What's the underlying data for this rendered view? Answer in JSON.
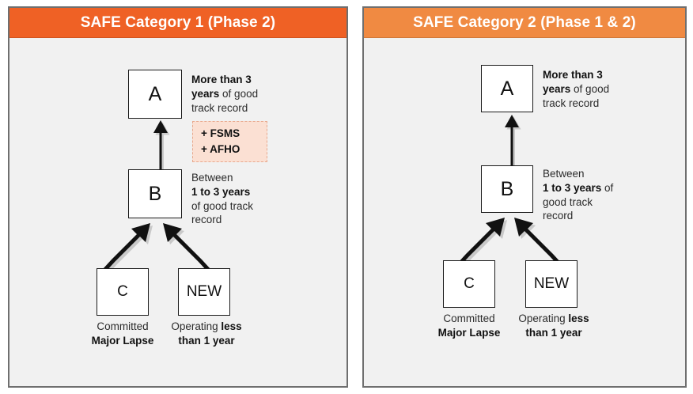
{
  "panels": [
    {
      "id": "safe-category-1",
      "title": "SAFE Category 1 (Phase 2)",
      "header_color": "#ef6125",
      "nodes": [
        {
          "key": "a",
          "label": "A"
        },
        {
          "key": "b",
          "label": "B"
        },
        {
          "key": "c",
          "label": "C"
        },
        {
          "key": "new",
          "label": "NEW"
        }
      ],
      "descriptions": {
        "a": [
          {
            "text": "More than 3",
            "bold": true
          },
          {
            "text": " "
          },
          {
            "text": "years",
            "bold": true
          },
          {
            "text": " of good track record"
          }
        ],
        "b": [
          {
            "text": "Between"
          },
          {
            "text": " "
          },
          {
            "text": "1 to 3 years",
            "bold": true
          },
          {
            "text": " of good track record"
          }
        ]
      },
      "badge": {
        "lines": [
          "+ FSMS",
          "+ AFHO"
        ],
        "bg": "#fbe0d3",
        "border": "#e8a98e"
      },
      "captions": {
        "c": [
          {
            "text": "Committed"
          },
          {
            "text": "Major Lapse",
            "bold": true
          }
        ],
        "new": [
          {
            "text": "Operating ",
            "bold": false
          },
          {
            "text": "less",
            "bold": true
          },
          {
            "text": "than 1 year",
            "bold": true
          }
        ]
      }
    },
    {
      "id": "safe-category-2",
      "title": "SAFE Category 2 (Phase 1 & 2)",
      "header_color": "#f08a42",
      "nodes": [
        {
          "key": "a",
          "label": "A"
        },
        {
          "key": "b",
          "label": "B"
        },
        {
          "key": "c",
          "label": "C"
        },
        {
          "key": "new",
          "label": "NEW"
        }
      ],
      "descriptions": {
        "a": [
          {
            "text": "More than 3",
            "bold": true
          },
          {
            "text": " "
          },
          {
            "text": "years",
            "bold": true
          },
          {
            "text": " of good track record"
          }
        ],
        "b": [
          {
            "text": "Between"
          },
          {
            "text": " "
          },
          {
            "text": "1 to 3 years",
            "bold": true
          },
          {
            "text": " of good track record"
          }
        ]
      },
      "badge": null,
      "captions": {
        "c": [
          {
            "text": "Committed"
          },
          {
            "text": "Major Lapse",
            "bold": true
          }
        ],
        "new": [
          {
            "text": "Operating ",
            "bold": false
          },
          {
            "text": "less",
            "bold": true
          },
          {
            "text": "than 1 year",
            "bold": true
          }
        ]
      }
    }
  ],
  "text": {
    "p1_title": "SAFE Category 1 (Phase 2)",
    "p2_title": "SAFE Category 2 (Phase 1 & 2)",
    "node_a": "A",
    "node_b": "B",
    "node_c": "C",
    "node_new": "NEW",
    "a_desc_bold": "More than 3",
    "a_desc_bold2": "years",
    "a_desc_rest": " of good",
    "a_desc_line3": "track record",
    "badge_line1": "+ FSMS",
    "badge_line2": "+ AFHO",
    "b_desc_line1": "Between",
    "b_desc_bold": "1 to 3 years",
    "b_desc_p1_line3": "of good track",
    "b_desc_p1_line4": "record",
    "b_desc_p2_of": " of",
    "b_desc_p2_line3": "good track",
    "b_desc_p2_line4": "record",
    "cap_c_line1": "Committed",
    "cap_c_line2": "Major Lapse",
    "cap_new_line1a": "Operating ",
    "cap_new_line1b": "less",
    "cap_new_line2": "than 1 year"
  },
  "colors": {
    "header_1": "#ef6125",
    "header_2": "#f08a42",
    "panel_bg": "#f1f1f1",
    "panel_border": "#6f6f6f",
    "node_border": "#1a1a1a",
    "badge_bg": "#fbe0d3",
    "badge_border": "#e8a98e",
    "arrow": "#111111",
    "text": "#2b2b2b"
  }
}
